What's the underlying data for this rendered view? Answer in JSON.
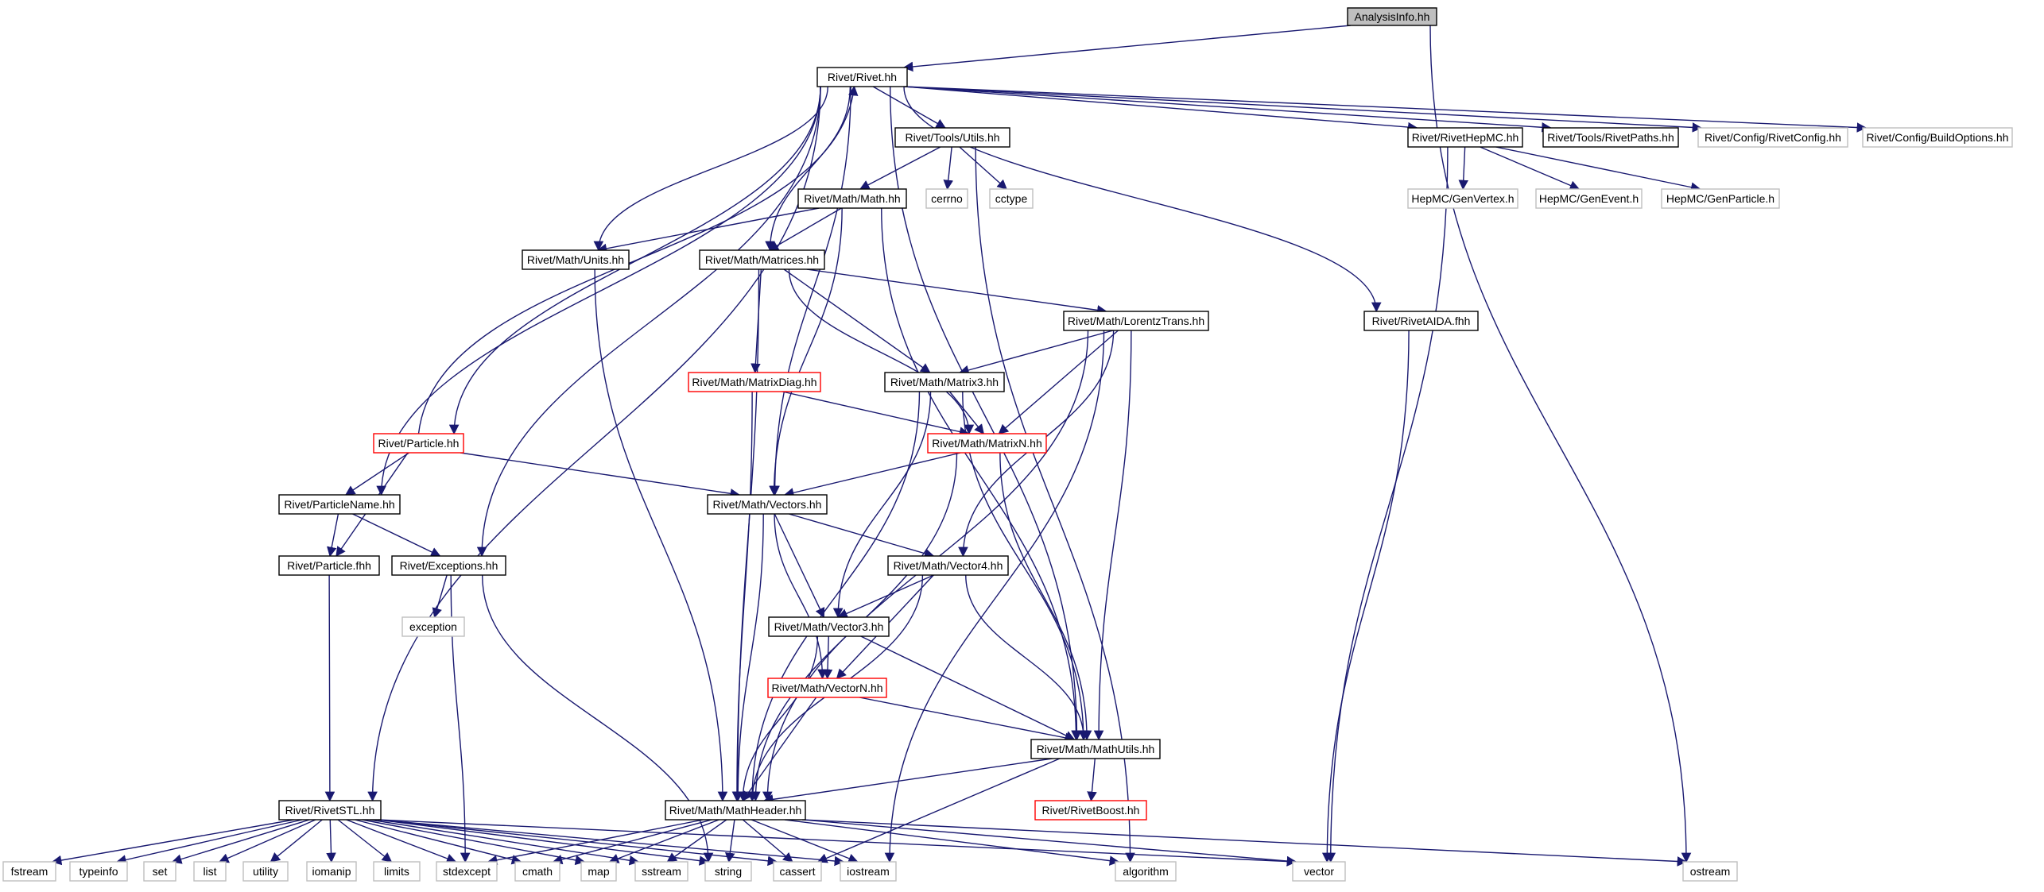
{
  "colors": {
    "edge": "#191970",
    "border_normal": "#000000",
    "border_missing": "#bfbfbf",
    "border_truncated": "#ff0000",
    "root_fill": "#bfbfbf"
  },
  "nodes": [
    {
      "id": "analysisinfo",
      "label": "AnalysisInfo.hh",
      "style": "root"
    },
    {
      "id": "rivet",
      "label": "Rivet/Rivet.hh",
      "style": "normal"
    },
    {
      "id": "utils",
      "label": "Rivet/Tools/Utils.hh",
      "style": "normal"
    },
    {
      "id": "rivethepmc",
      "label": "Rivet/RivetHepMC.hh",
      "style": "normal"
    },
    {
      "id": "rivetpaths",
      "label": "Rivet/Tools/RivetPaths.hh",
      "style": "normal"
    },
    {
      "id": "rivetconfig",
      "label": "Rivet/Config/RivetConfig.hh",
      "style": "missing"
    },
    {
      "id": "buildoptions",
      "label": "Rivet/Config/BuildOptions.hh",
      "style": "missing"
    },
    {
      "id": "cerrno",
      "label": "cerrno",
      "style": "missing"
    },
    {
      "id": "cctype",
      "label": "cctype",
      "style": "missing"
    },
    {
      "id": "math",
      "label": "Rivet/Math/Math.hh",
      "style": "normal"
    },
    {
      "id": "genvertex",
      "label": "HepMC/GenVertex.h",
      "style": "missing"
    },
    {
      "id": "genevent",
      "label": "HepMC/GenEvent.h",
      "style": "missing"
    },
    {
      "id": "genparticle",
      "label": "HepMC/GenParticle.h",
      "style": "missing"
    },
    {
      "id": "units",
      "label": "Rivet/Math/Units.hh",
      "style": "normal"
    },
    {
      "id": "matrices",
      "label": "Rivet/Math/Matrices.hh",
      "style": "normal"
    },
    {
      "id": "lorentztrans",
      "label": "Rivet/Math/LorentzTrans.hh",
      "style": "normal"
    },
    {
      "id": "rivetaida",
      "label": "Rivet/RivetAIDA.fhh",
      "style": "normal"
    },
    {
      "id": "matrixdiag",
      "label": "Rivet/Math/MatrixDiag.hh",
      "style": "truncated"
    },
    {
      "id": "matrix3",
      "label": "Rivet/Math/Matrix3.hh",
      "style": "normal"
    },
    {
      "id": "particle",
      "label": "Rivet/Particle.hh",
      "style": "truncated"
    },
    {
      "id": "matrixn",
      "label": "Rivet/Math/MatrixN.hh",
      "style": "truncated"
    },
    {
      "id": "particlename",
      "label": "Rivet/ParticleName.hh",
      "style": "normal"
    },
    {
      "id": "vectors",
      "label": "Rivet/Math/Vectors.hh",
      "style": "normal"
    },
    {
      "id": "particlefhh",
      "label": "Rivet/Particle.fhh",
      "style": "normal"
    },
    {
      "id": "exceptions",
      "label": "Rivet/Exceptions.hh",
      "style": "normal"
    },
    {
      "id": "vector4",
      "label": "Rivet/Math/Vector4.hh",
      "style": "normal"
    },
    {
      "id": "exception",
      "label": "exception",
      "style": "missing"
    },
    {
      "id": "vector3",
      "label": "Rivet/Math/Vector3.hh",
      "style": "normal"
    },
    {
      "id": "vectorn",
      "label": "Rivet/Math/VectorN.hh",
      "style": "truncated"
    },
    {
      "id": "mathutils",
      "label": "Rivet/Math/MathUtils.hh",
      "style": "normal"
    },
    {
      "id": "rivetstl",
      "label": "Rivet/RivetSTL.hh",
      "style": "normal"
    },
    {
      "id": "mathheader",
      "label": "Rivet/Math/MathHeader.hh",
      "style": "normal"
    },
    {
      "id": "rivetboost",
      "label": "Rivet/RivetBoost.hh",
      "style": "truncated"
    },
    {
      "id": "fstream",
      "label": "fstream",
      "style": "missing"
    },
    {
      "id": "typeinfo",
      "label": "typeinfo",
      "style": "missing"
    },
    {
      "id": "set",
      "label": "set",
      "style": "missing"
    },
    {
      "id": "list",
      "label": "list",
      "style": "missing"
    },
    {
      "id": "utility",
      "label": "utility",
      "style": "missing"
    },
    {
      "id": "iomanip",
      "label": "iomanip",
      "style": "missing"
    },
    {
      "id": "limits",
      "label": "limits",
      "style": "missing"
    },
    {
      "id": "stdexcept",
      "label": "stdexcept",
      "style": "missing"
    },
    {
      "id": "cmath",
      "label": "cmath",
      "style": "missing"
    },
    {
      "id": "map",
      "label": "map",
      "style": "missing"
    },
    {
      "id": "sstream",
      "label": "sstream",
      "style": "missing"
    },
    {
      "id": "string",
      "label": "string",
      "style": "missing"
    },
    {
      "id": "cassert",
      "label": "cassert",
      "style": "missing"
    },
    {
      "id": "iostream",
      "label": "iostream",
      "style": "missing"
    },
    {
      "id": "algorithm",
      "label": "algorithm",
      "style": "missing"
    },
    {
      "id": "vector",
      "label": "vector",
      "style": "missing"
    },
    {
      "id": "ostream",
      "label": "ostream",
      "style": "missing"
    }
  ],
  "edges": [
    [
      "analysisinfo",
      "rivet"
    ],
    [
      "analysisinfo",
      "ostream"
    ],
    [
      "rivet",
      "utils"
    ],
    [
      "rivet",
      "rivethepmc"
    ],
    [
      "rivet",
      "rivetpaths"
    ],
    [
      "rivet",
      "rivetconfig"
    ],
    [
      "rivet",
      "buildoptions"
    ],
    [
      "rivet",
      "units"
    ],
    [
      "rivet",
      "matrices"
    ],
    [
      "rivet",
      "rivetaida"
    ],
    [
      "rivet",
      "particle"
    ],
    [
      "rivet",
      "particlename"
    ],
    [
      "rivet",
      "exceptions"
    ],
    [
      "rivet",
      "vectors"
    ],
    [
      "rivet",
      "rivetstl"
    ],
    [
      "rivet",
      "mathutils"
    ],
    [
      "utils",
      "math"
    ],
    [
      "utils",
      "cerrno"
    ],
    [
      "utils",
      "cctype"
    ],
    [
      "utils",
      "algorithm"
    ],
    [
      "rivethepmc",
      "genvertex"
    ],
    [
      "rivethepmc",
      "genevent"
    ],
    [
      "rivethepmc",
      "genparticle"
    ],
    [
      "rivethepmc",
      "vector"
    ],
    [
      "math",
      "units"
    ],
    [
      "math",
      "matrices"
    ],
    [
      "math",
      "vectors"
    ],
    [
      "math",
      "mathutils"
    ],
    [
      "units",
      "mathheader"
    ],
    [
      "matrices",
      "lorentztrans"
    ],
    [
      "matrices",
      "matrixdiag"
    ],
    [
      "matrices",
      "matrix3"
    ],
    [
      "matrices",
      "matrixn"
    ],
    [
      "matrices",
      "mathheader"
    ],
    [
      "lorentztrans",
      "matrix3"
    ],
    [
      "lorentztrans",
      "matrixn"
    ],
    [
      "lorentztrans",
      "vector4"
    ],
    [
      "lorentztrans",
      "mathutils"
    ],
    [
      "lorentztrans",
      "mathheader"
    ],
    [
      "lorentztrans",
      "iostream"
    ],
    [
      "rivetaida",
      "vector"
    ],
    [
      "matrixdiag",
      "matrixn"
    ],
    [
      "matrixdiag",
      "mathheader"
    ],
    [
      "matrix3",
      "matrixn"
    ],
    [
      "matrix3",
      "vector3"
    ],
    [
      "matrix3",
      "mathutils"
    ],
    [
      "matrix3",
      "mathheader"
    ],
    [
      "matrixn",
      "vectors"
    ],
    [
      "matrixn",
      "mathutils"
    ],
    [
      "matrixn",
      "mathheader"
    ],
    [
      "particle",
      "rivet"
    ],
    [
      "particle",
      "particlename"
    ],
    [
      "particle",
      "particlefhh"
    ],
    [
      "particle",
      "vectors"
    ],
    [
      "particlename",
      "particlefhh"
    ],
    [
      "particlename",
      "exceptions"
    ],
    [
      "particlefhh",
      "rivetstl"
    ],
    [
      "exceptions",
      "exception"
    ],
    [
      "exceptions",
      "stdexcept"
    ],
    [
      "exceptions",
      "string"
    ],
    [
      "vectors",
      "vector4"
    ],
    [
      "vectors",
      "vector3"
    ],
    [
      "vectors",
      "vectorn"
    ],
    [
      "vectors",
      "mathheader"
    ],
    [
      "vector4",
      "vector3"
    ],
    [
      "vector4",
      "vectorn"
    ],
    [
      "vector4",
      "mathutils"
    ],
    [
      "vector4",
      "mathheader"
    ],
    [
      "vector3",
      "vectorn"
    ],
    [
      "vector3",
      "mathutils"
    ],
    [
      "vector3",
      "mathheader"
    ],
    [
      "vectorn",
      "mathutils"
    ],
    [
      "vectorn",
      "mathheader"
    ],
    [
      "mathutils",
      "mathheader"
    ],
    [
      "mathutils",
      "rivetboost"
    ],
    [
      "mathutils",
      "cassert"
    ],
    [
      "rivetstl",
      "fstream"
    ],
    [
      "rivetstl",
      "typeinfo"
    ],
    [
      "rivetstl",
      "set"
    ],
    [
      "rivetstl",
      "list"
    ],
    [
      "rivetstl",
      "utility"
    ],
    [
      "rivetstl",
      "iomanip"
    ],
    [
      "rivetstl",
      "limits"
    ],
    [
      "rivetstl",
      "stdexcept"
    ],
    [
      "rivetstl",
      "cmath"
    ],
    [
      "rivetstl",
      "map"
    ],
    [
      "rivetstl",
      "sstream"
    ],
    [
      "rivetstl",
      "string"
    ],
    [
      "rivetstl",
      "cassert"
    ],
    [
      "rivetstl",
      "iostream"
    ],
    [
      "rivetstl",
      "vector"
    ],
    [
      "mathheader",
      "stdexcept"
    ],
    [
      "mathheader",
      "cmath"
    ],
    [
      "mathheader",
      "map"
    ],
    [
      "mathheader",
      "sstream"
    ],
    [
      "mathheader",
      "string"
    ],
    [
      "mathheader",
      "cassert"
    ],
    [
      "mathheader",
      "iostream"
    ],
    [
      "mathheader",
      "algorithm"
    ],
    [
      "mathheader",
      "vector"
    ],
    [
      "mathheader",
      "ostream"
    ]
  ]
}
